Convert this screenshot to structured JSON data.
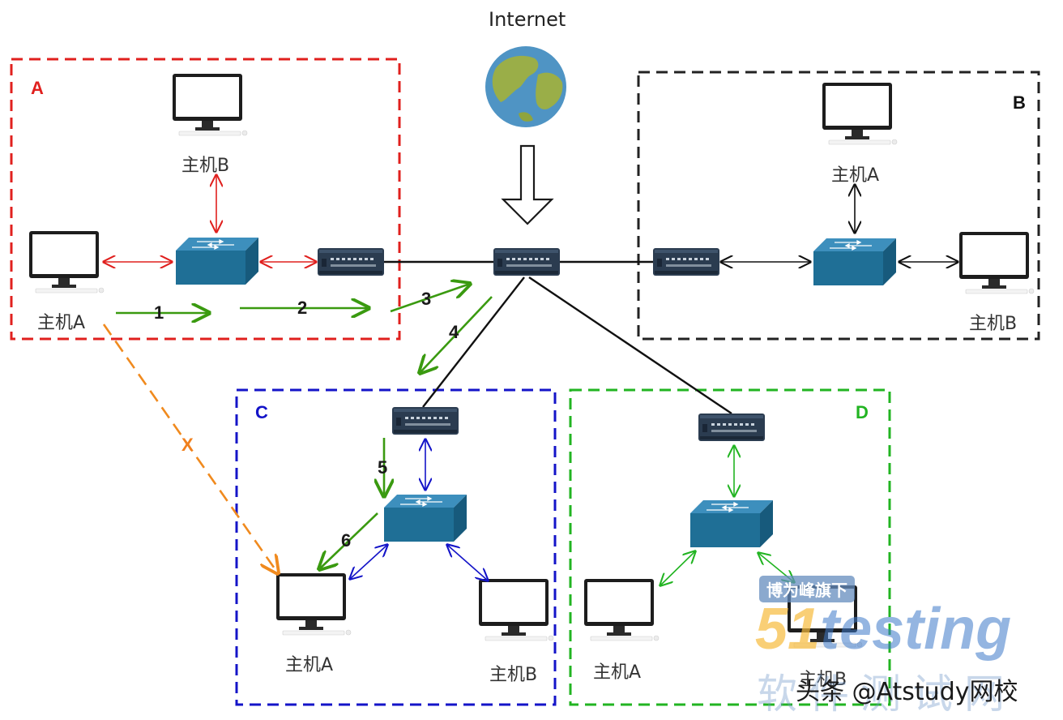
{
  "internet": {
    "label": "Internet"
  },
  "zones": {
    "A": {
      "letter": "A",
      "color": "#e0201e",
      "host_top": "主机B",
      "host_left": "主机A"
    },
    "B": {
      "letter": "B",
      "color": "#222222",
      "host_top": "主机A",
      "host_right": "主机B"
    },
    "C": {
      "letter": "C",
      "color": "#1414c8",
      "host_left": "主机A",
      "host_right": "主机B"
    },
    "D": {
      "letter": "D",
      "color": "#22b422",
      "host_left": "主机A",
      "host_right": "主机B"
    }
  },
  "steps": [
    "1",
    "2",
    "3",
    "4",
    "5",
    "6"
  ],
  "blocked": {
    "label": "X",
    "color": "#f08a1e"
  },
  "colors": {
    "device_blue": "#1f6f96",
    "router_dark": "#2b3c50",
    "flow_green": "#3a9a10"
  },
  "watermark": {
    "badge": "博为峰旗下",
    "brand_51": "51",
    "brand_testing": "testing",
    "sub": "软件测试网",
    "credit": "头条 @Atstudy网校"
  }
}
